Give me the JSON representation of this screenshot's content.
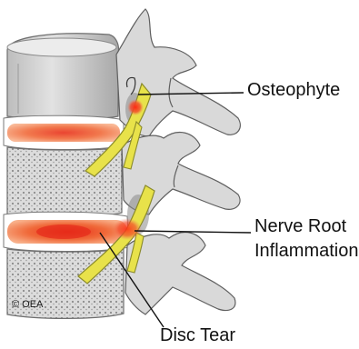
{
  "labels": {
    "osteophyte": "Osteophyte",
    "nerve_root_line1": "Nerve Root",
    "nerve_root_line2": "Inflammation",
    "disc_tear": "Disc Tear",
    "copyright": "© OEA"
  },
  "colors": {
    "bone": "#d6d6d6",
    "bone_shadow": "#9a9a9a",
    "disc_inflamed": "#ef5a2c",
    "disc_glow": "#f7a07a",
    "nerve": "#e8e24a",
    "nerve_outline": "#8a8a2a",
    "inflammation_spot": "#ee2a1a",
    "leader_line": "#111111"
  }
}
